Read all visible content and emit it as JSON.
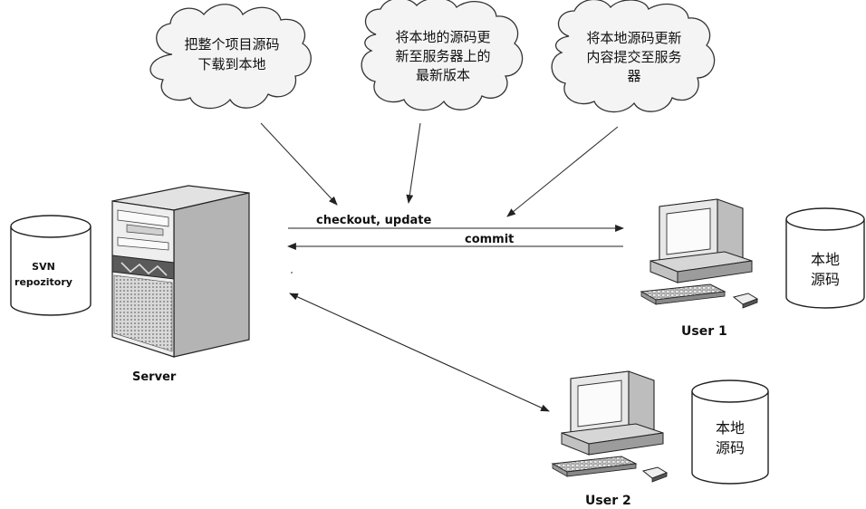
{
  "clouds": {
    "checkout": [
      "把整个项目源码",
      "下载到本地"
    ],
    "update": [
      "将本地的源码更",
      "新至服务器上的",
      "最新版本"
    ],
    "commit": [
      "将本地源码更新",
      "内容提交至服务",
      "器"
    ]
  },
  "arrows": {
    "checkout_update": "checkout, update",
    "commit": "commit"
  },
  "repository": {
    "line1": "SVN",
    "line2": "repozitory"
  },
  "server": {
    "label": "Server"
  },
  "user1": {
    "label": "User 1",
    "local_source": [
      "本地",
      "源码"
    ]
  },
  "user2": {
    "label": "User 2",
    "local_source": [
      "本地",
      "源码"
    ]
  }
}
